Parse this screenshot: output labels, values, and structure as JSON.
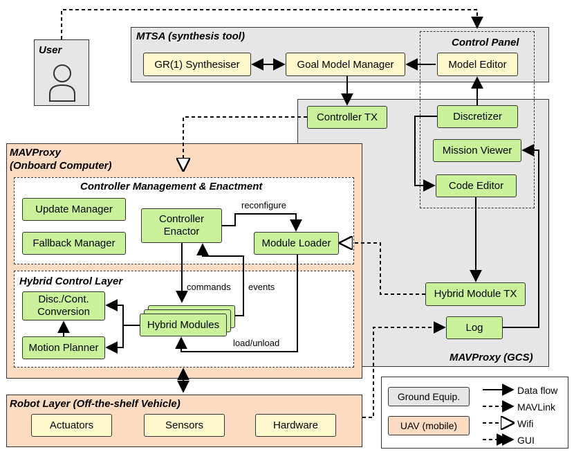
{
  "user": {
    "label": "User"
  },
  "mtsa": {
    "title": "MTSA (synthesis tool)",
    "gr1": "GR(1) Synthesiser",
    "goal_model": "Goal Model Manager",
    "model_editor": "Model Editor"
  },
  "control_panel": {
    "title": "Control Panel"
  },
  "gcs": {
    "title": "MAVProxy (GCS)",
    "controller_tx": "Controller TX",
    "discretizer": "Discretizer",
    "mission_viewer": "Mission Viewer",
    "code_editor": "Code Editor",
    "hybrid_module_tx": "Hybrid Module TX",
    "log": "Log"
  },
  "onboard": {
    "title_line1": "MAVProxy",
    "title_line2": "(Onboard Computer)",
    "cme_title": "Controller Management & Enactment",
    "update_manager": "Update Manager",
    "fallback_manager": "Fallback Manager",
    "controller_enactor_line1": "Controller",
    "controller_enactor_line2": "Enactor",
    "module_loader": "Module Loader",
    "reconfigure": "reconfigure",
    "hcl_title": "Hybrid Control Layer",
    "disc_cont_line1": "Disc./Cont.",
    "disc_cont_line2": "Conversion",
    "motion_planner": "Motion Planner",
    "hybrid_modules": "Hybrid Modules",
    "commands": "commands",
    "events": "events",
    "load_unload": "load/unload"
  },
  "robot": {
    "title": "Robot Layer (Off-the-shelf Vehicle)",
    "actuators": "Actuators",
    "sensors": "Sensors",
    "hardware": "Hardware"
  },
  "legend": {
    "ground": "Ground Equip.",
    "uav": "UAV (mobile)",
    "data_flow": "Data flow",
    "mavlink": "MAVLink",
    "wifi": "Wifi",
    "gui": "GUI",
    "colors": {
      "ground": "#e6e6e6",
      "uav": "#fbdcc3",
      "component": "#c9f29b",
      "mtsa_component": "#fdf9cc"
    }
  }
}
